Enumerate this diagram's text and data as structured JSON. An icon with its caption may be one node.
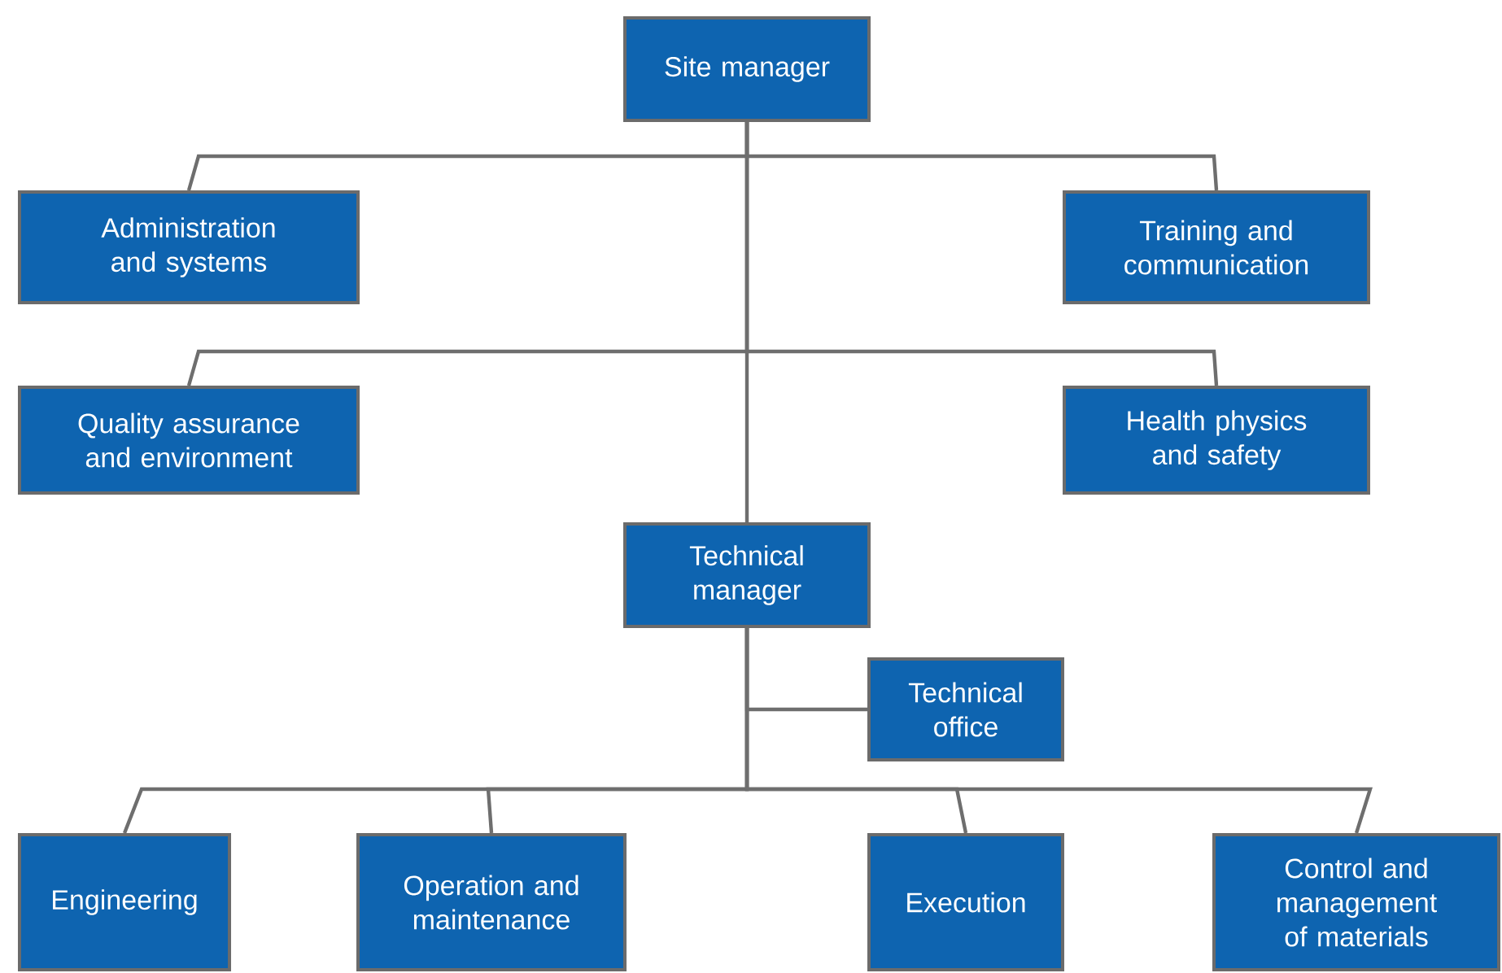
{
  "diagram": {
    "nodes": [
      {
        "text": [
          "Site manager"
        ]
      },
      {
        "text": [
          "Administration and systems"
        ]
      },
      {
        "text": [
          "Training and communication"
        ]
      },
      {
        "text": [
          "Quality assurance and environment"
        ]
      },
      {
        "text": [
          "Health physics and safety"
        ]
      },
      {
        "text": [
          "Technical manager"
        ]
      },
      {
        "text": [
          "Technical office"
        ]
      },
      {
        "text": [
          "Engineering"
        ]
      },
      {
        "text": [
          "Operation and maintenance"
        ]
      },
      {
        "text": [
          "Execution"
        ]
      },
      {
        "text": [
          "Control and management of materials"
        ]
      }
    ],
    "edges": [
      {
        "from": 0,
        "to": 1,
        "arrow": "none"
      },
      {
        "from": 0,
        "to": 2,
        "arrow": "none"
      },
      {
        "from": 0,
        "to": 3,
        "arrow": "none"
      },
      {
        "from": 0,
        "to": 4,
        "arrow": "none"
      },
      {
        "from": 0,
        "to": 5,
        "arrow": "none"
      },
      {
        "from": 5,
        "to": 6,
        "arrow": "none"
      },
      {
        "from": 5,
        "to": 7,
        "arrow": "none"
      },
      {
        "from": 5,
        "to": 8,
        "arrow": "none"
      },
      {
        "from": 5,
        "to": 9,
        "arrow": "none"
      },
      {
        "from": 5,
        "to": 10,
        "arrow": "none"
      }
    ]
  }
}
